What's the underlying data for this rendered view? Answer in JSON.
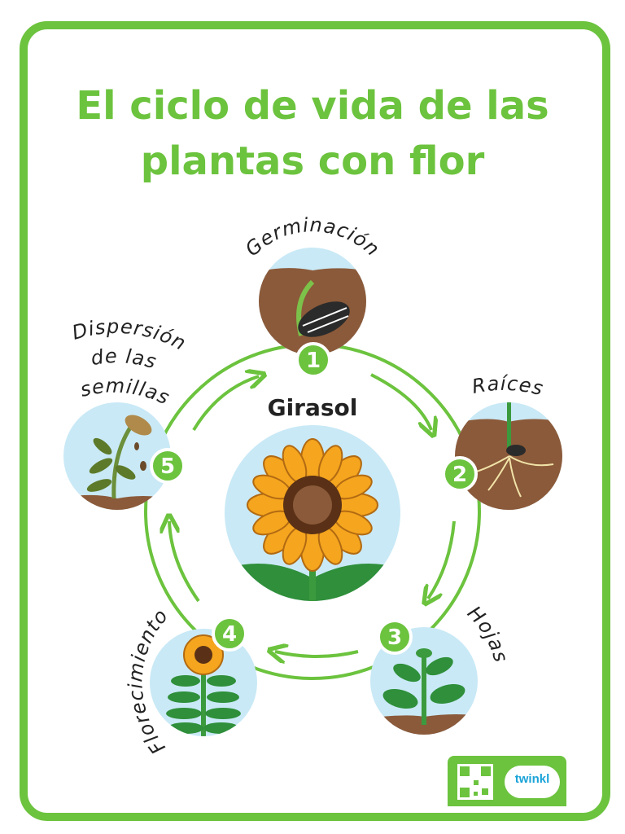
{
  "title": {
    "line1": "El ciclo de vida de las",
    "line2": "plantas con flor"
  },
  "center": {
    "label": "Girasol"
  },
  "stages": [
    {
      "number": "1",
      "label_lines": [
        "Germinación"
      ]
    },
    {
      "number": "2",
      "label_lines": [
        "Raíces"
      ]
    },
    {
      "number": "3",
      "label_lines": [
        "Hojas"
      ]
    },
    {
      "number": "4",
      "label_lines": [
        "Florecimiento"
      ]
    },
    {
      "number": "5",
      "label_lines": [
        "Dispersión",
        "de las",
        "semillas"
      ]
    }
  ],
  "branding": {
    "logo_text": "twinkl",
    "qr_icon": "qr-code-icon"
  },
  "colors": {
    "accent": "#6cc33e",
    "sky": "#c9e9f6",
    "soil": "#8b5a3a",
    "petal": "#f5a51e",
    "leaf": "#2f8f3a"
  }
}
